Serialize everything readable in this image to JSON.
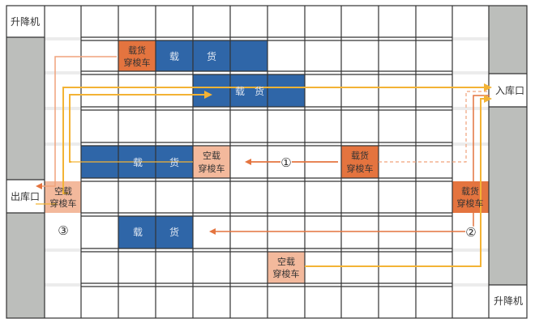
{
  "labels": {
    "lift_top_left": "升降机",
    "lift_bottom_right": "升降机",
    "inbound_port": "入库口",
    "outbound_port": "出库口",
    "marker_1": "①",
    "marker_2": "②",
    "marker_3": "③"
  },
  "shuttles": [
    {
      "id": "loaded-top",
      "line1": "载货",
      "line2": "穿梭车",
      "state": "loaded"
    },
    {
      "id": "loaded-mid",
      "line1": "载货",
      "line2": "穿梭车",
      "state": "loaded"
    },
    {
      "id": "loaded-right",
      "line1": "载货",
      "line2": "穿梭车",
      "state": "loaded"
    },
    {
      "id": "empty-mid",
      "line1": "空载",
      "line2": "穿梭车",
      "state": "empty"
    },
    {
      "id": "empty-left",
      "line1": "空载",
      "line2": "穿梭车",
      "state": "empty"
    },
    {
      "id": "empty-bottom",
      "line1": "空载",
      "line2": "穿梭车",
      "state": "empty"
    }
  ],
  "cargo_blocks": [
    {
      "id": "cargo-row1",
      "char1": "载",
      "char2": "货"
    },
    {
      "id": "cargo-row2",
      "char1": "载",
      "char2": "货"
    },
    {
      "id": "cargo-row4",
      "char1": "载",
      "char2": "货"
    },
    {
      "id": "cargo-row6",
      "char1": "载",
      "char2": "货"
    }
  ],
  "colors": {
    "cargo_blue": "#2f66a8",
    "loaded_shuttle": "#e4743f",
    "empty_shuttle": "#f3b99c",
    "lift_gray": "#bcbebb",
    "path_orange": "#e4743f",
    "path_yellow": "#f3b335",
    "grid_line": "#333333"
  }
}
